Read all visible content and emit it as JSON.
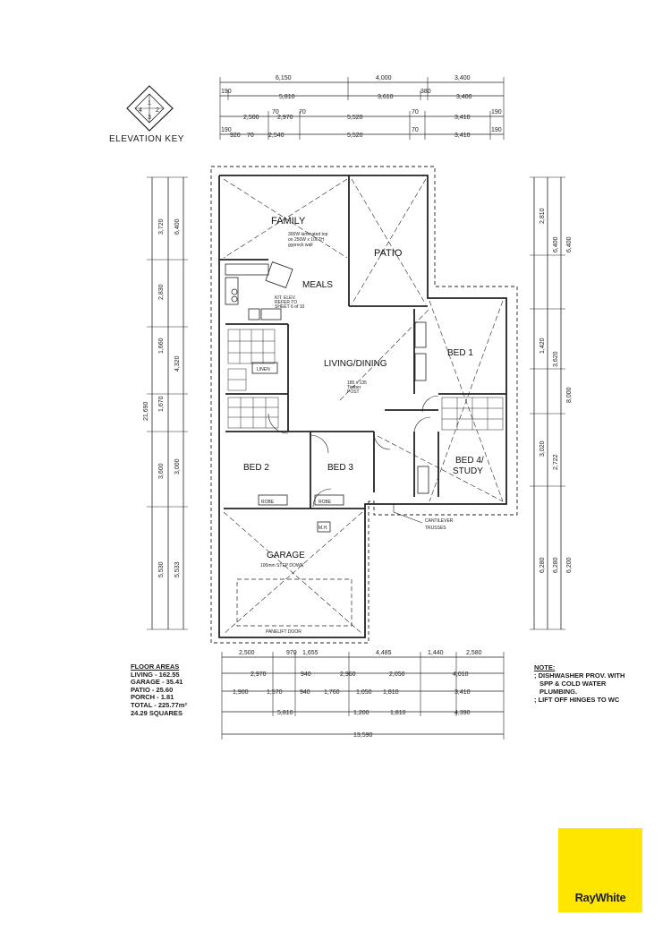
{
  "elevation_key": {
    "label": "ELEVATION KEY",
    "numbers": [
      "1",
      "2",
      "3",
      "4"
    ]
  },
  "rooms": {
    "family": "FAMILY",
    "patio": "PATIO",
    "meals": "MEALS",
    "living_dining": "LIVING/DINING",
    "bed1": "BED 1",
    "bed2": "BED 2",
    "bed3": "BED 3",
    "bed4_line1": "BED 4/",
    "bed4_line2": "STUDY",
    "garage": "GARAGE",
    "garage_note": "100mm STEP DOWN",
    "robe": "ROBE",
    "linen": "LINEN",
    "mh": "M.H.",
    "panelift": "PANELIFT DOOR",
    "cantilever_1": "CANTILEVER",
    "cantilever_2": "TRUSSES",
    "kitchen_note_1": "KIT. ELEV.",
    "kitchen_note_2": "REFER TO",
    "kitchen_note_3": "SHEET 6 of 10",
    "bench_note_1": "300W laminated top",
    "bench_note_2": "on 250W x 1067H",
    "bench_note_3": "gyprock wall",
    "timber_post_1": "185 x 135",
    "timber_post_2": "Timber",
    "timber_post_3": "POST"
  },
  "dimensions": {
    "top_row1": [
      "6,150",
      "4,000",
      "3,400"
    ],
    "top_row2": [
      "190",
      "5,810",
      "3,610",
      "380",
      "3,400"
    ],
    "top_row3": [
      "2,500",
      "70",
      "2,970",
      "70",
      "5,520",
      "70",
      "3,410",
      "190"
    ],
    "top_row4": [
      "190",
      "920",
      "70",
      "2,540",
      "5,520",
      "70",
      "3,410",
      "190"
    ],
    "left": [
      "3,720",
      "6,400",
      "2,830",
      "1,660",
      "4,320",
      "1,670",
      "21,690",
      "3,600",
      "3,000",
      "5,530",
      "5,533"
    ],
    "right": [
      "2,810",
      "6,400",
      "6,400",
      "1,420",
      "3,620",
      "8,000",
      "3,020",
      "2,722",
      "6,280",
      "6,280",
      "6,200"
    ],
    "bottom_row1": [
      "2,500",
      "970",
      "1,655",
      "4,485",
      "1,440",
      "2,580"
    ],
    "bottom_row2": [
      "2,970",
      "940",
      "2,960",
      "2,050",
      "4,010"
    ],
    "bottom_row3": [
      "1,900",
      "1,570",
      "940",
      "1,760",
      "1,050",
      "1,810",
      "3,410"
    ],
    "bottom_row4": [
      "5,810",
      "1,200",
      "1,810",
      "4,390"
    ],
    "bottom_total": "13,590"
  },
  "floor_areas": {
    "title": "FLOOR AREAS",
    "items": [
      "LIVING - 162.55",
      "GARAGE - 35.41",
      "PATIO - 25.60",
      "PORCH - 1.81",
      "TOTAL - 225.77m²",
      "24.29 SQUARES"
    ]
  },
  "note": {
    "title": "NOTE:",
    "lines": [
      "; DISHWASHER PROV. WITH",
      "SPP & COLD WATER",
      "PLUMBING.",
      "; LIFT OFF HINGES TO WC"
    ]
  },
  "brand": {
    "name": "RayWhite",
    "color": "#ffe600"
  }
}
